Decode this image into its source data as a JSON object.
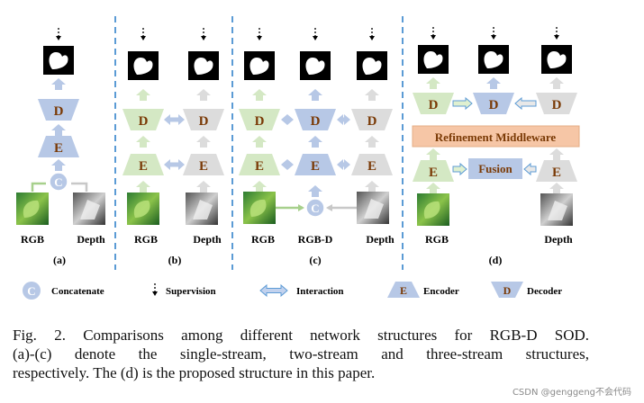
{
  "structures": {
    "a": {
      "label": "(a)",
      "decoder": "D",
      "encoder": "E",
      "concat": "C",
      "inputs": [
        "RGB",
        "Depth"
      ]
    },
    "b": {
      "label": "(b)",
      "decoder": "D",
      "encoder": "E",
      "inputs": [
        "RGB",
        "Depth"
      ]
    },
    "c": {
      "label": "(c)",
      "decoder": "D",
      "encoder": "E",
      "concat": "C",
      "inputs": [
        "RGB",
        "RGB-D",
        "Depth"
      ]
    },
    "d": {
      "label": "(d)",
      "decoder": "D",
      "encoder": "E",
      "middleware": "Refinement Middleware",
      "fusion": "Fusion",
      "inputs": [
        "RGB",
        "Depth"
      ]
    }
  },
  "legend": {
    "concat_glyph": "C",
    "concat_label": "Concatenate",
    "supervision_label": "Supervision",
    "interaction_label": "Interaction",
    "encoder_glyph": "E",
    "encoder_label": "Encoder",
    "decoder_glyph": "D",
    "decoder_label": "Decoder"
  },
  "caption": {
    "line1": "Fig. 2.  Comparisons among different network structures for RGB-D SOD.",
    "line2": "(a)-(c) denote the single-stream, two-stream and three-stream structures,",
    "line3": "respectively. The (d) is the proposed structure in this paper."
  },
  "watermark": "CSDN @genggeng不会代码",
  "colors": {
    "rgb_stream": "#d4e8c4",
    "depth_stream": "#dcdcdc",
    "fused_stream": "#b7c8e6",
    "middleware": "#f6c6a6",
    "letter": "#7a3a06",
    "divider": "#5b9bd5"
  }
}
